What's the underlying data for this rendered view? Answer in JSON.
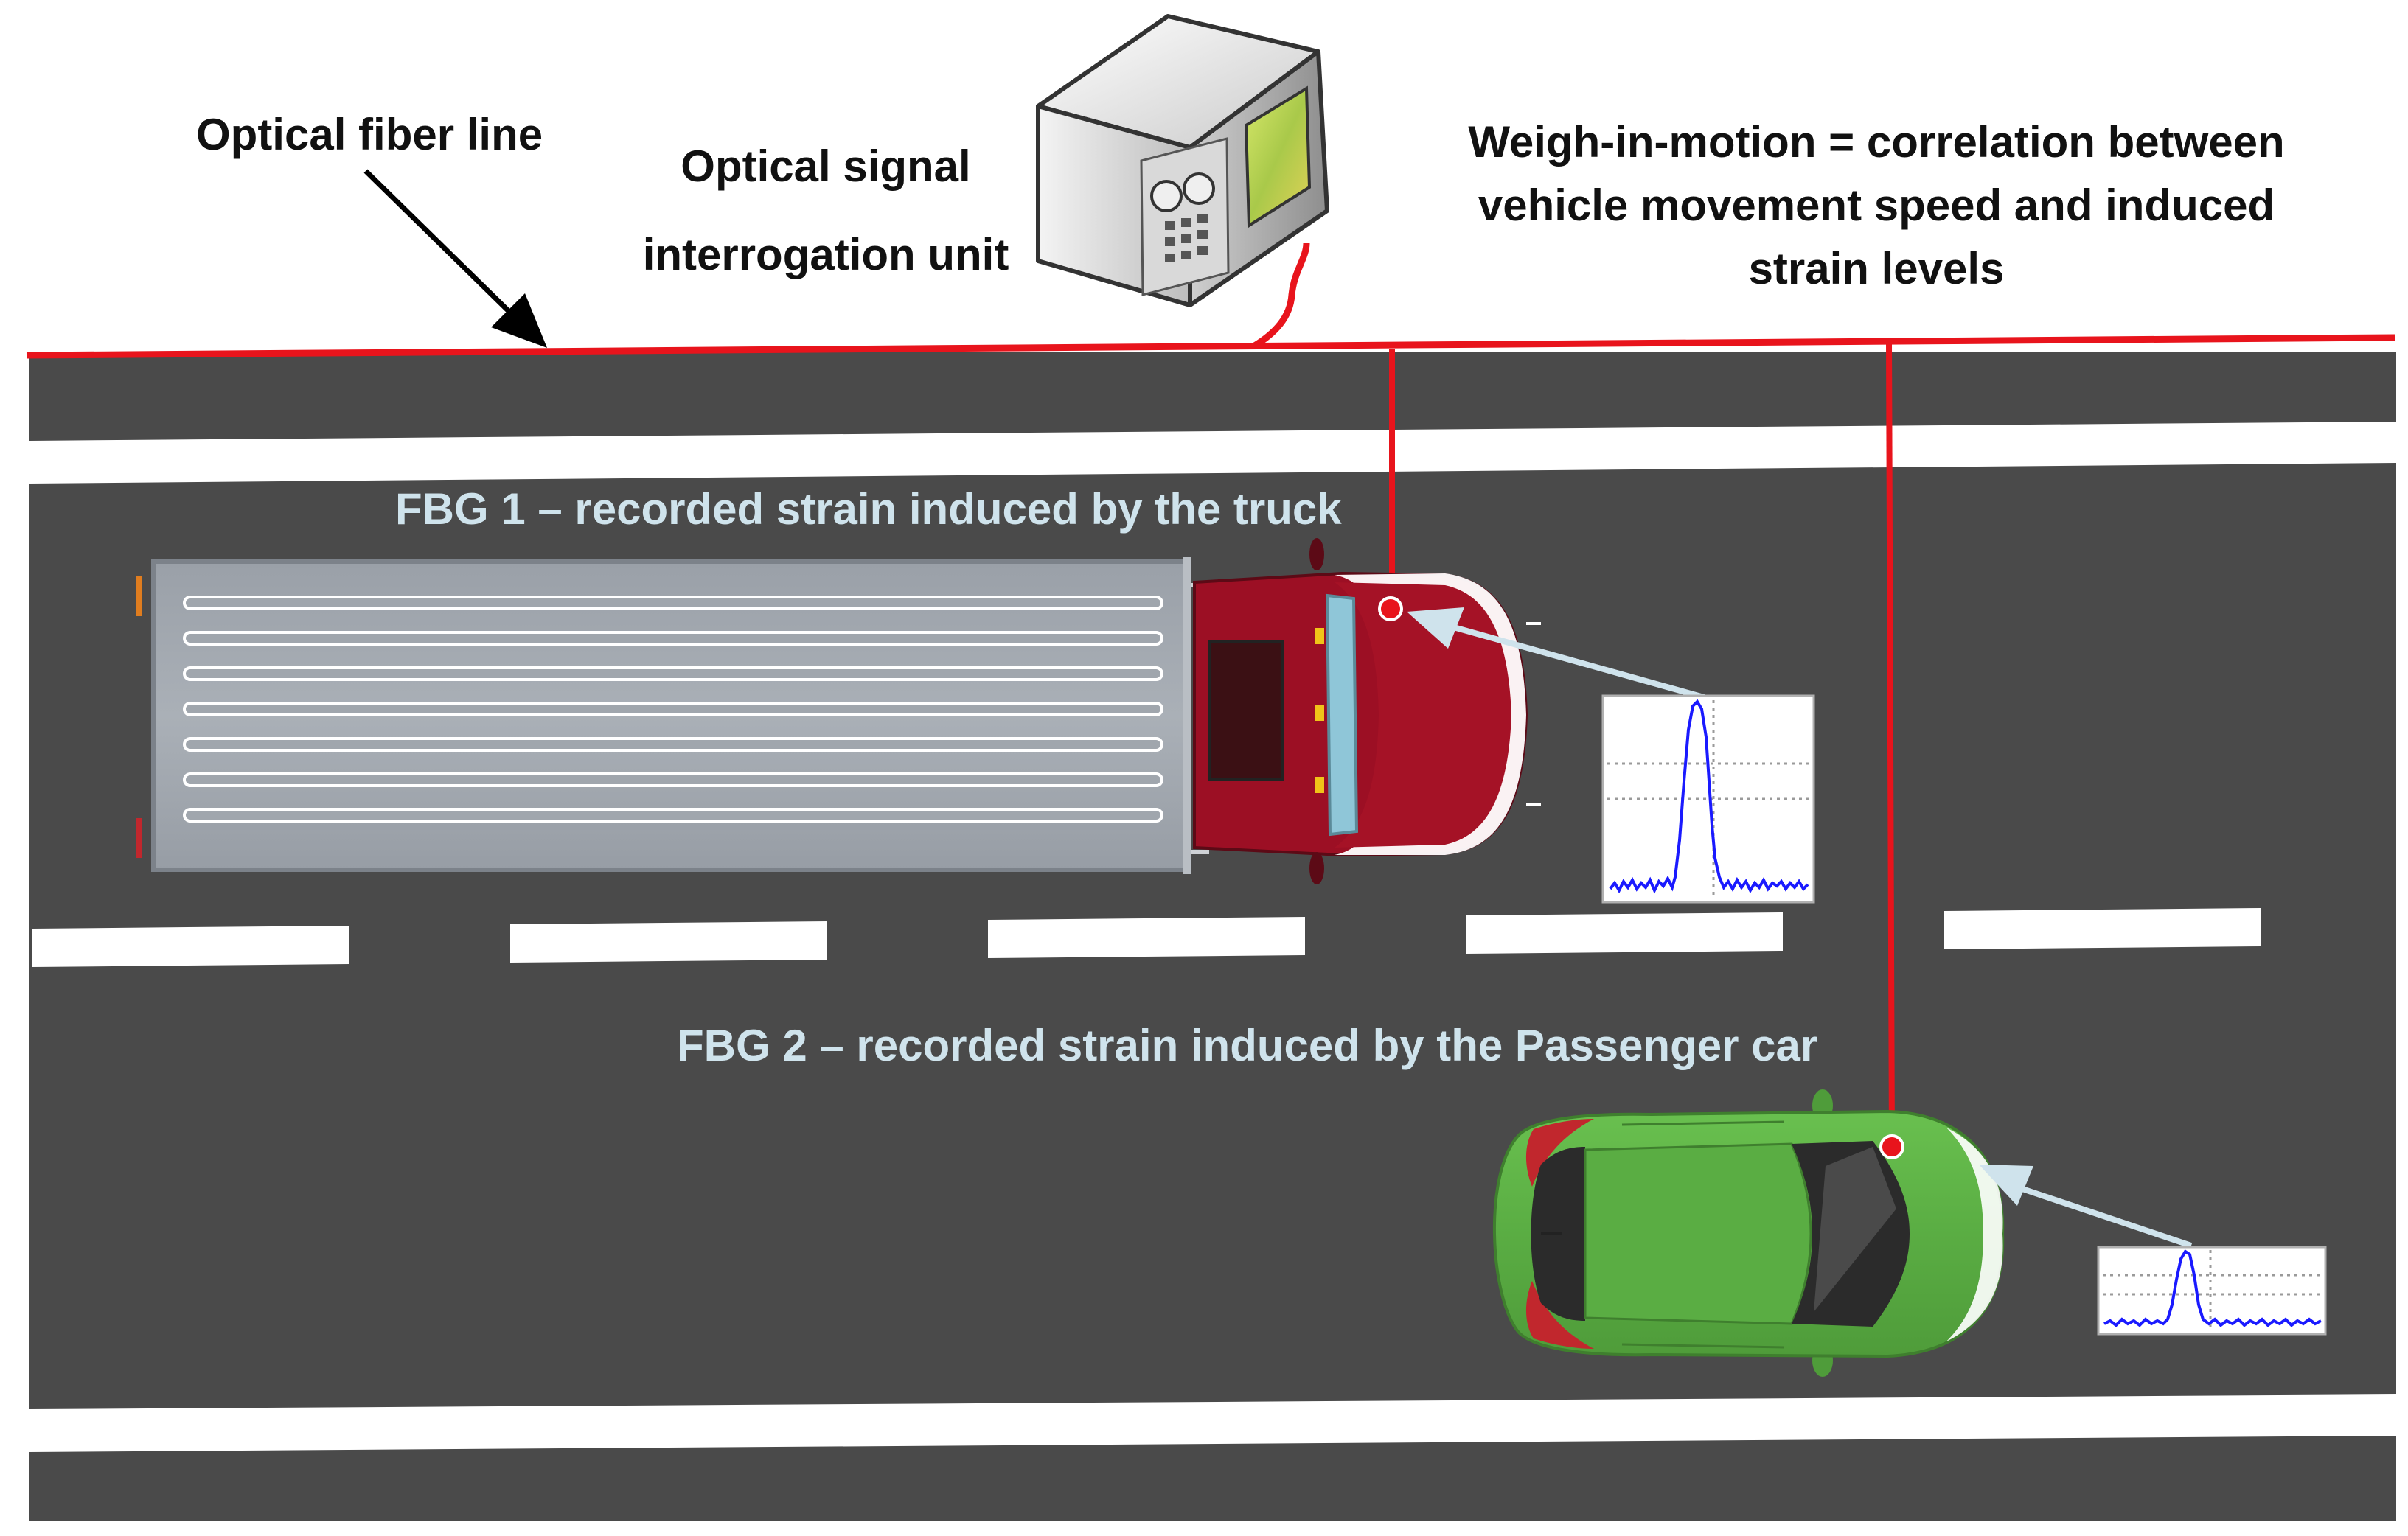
{
  "labels": {
    "fiber_line": "Optical fiber line",
    "interrogator_line1": "Optical signal",
    "interrogator_line2": "interrogation unit",
    "wim_line1": "Weigh-in-motion = correlation between",
    "wim_line2": "vehicle movement speed and induced",
    "wim_line3": "strain levels",
    "fbg1": "FBG 1 – recorded strain induced by the truck",
    "fbg2": "FBG 2 – recorded strain induced by the Passenger car"
  },
  "colors": {
    "fiber": "#e8141c",
    "asphalt": "#4a4a4a",
    "lane_marking": "#ffffff",
    "truck_cab": "#9c0f24",
    "trailer": "#a3a9b0",
    "car_body": "#5fb548",
    "signal_trace": "#1a1aff",
    "arrow": "#cfe3ec"
  },
  "icons": {
    "interrogator": "interrogation-unit-icon",
    "truck": "truck-icon",
    "car": "passenger-car-icon"
  }
}
